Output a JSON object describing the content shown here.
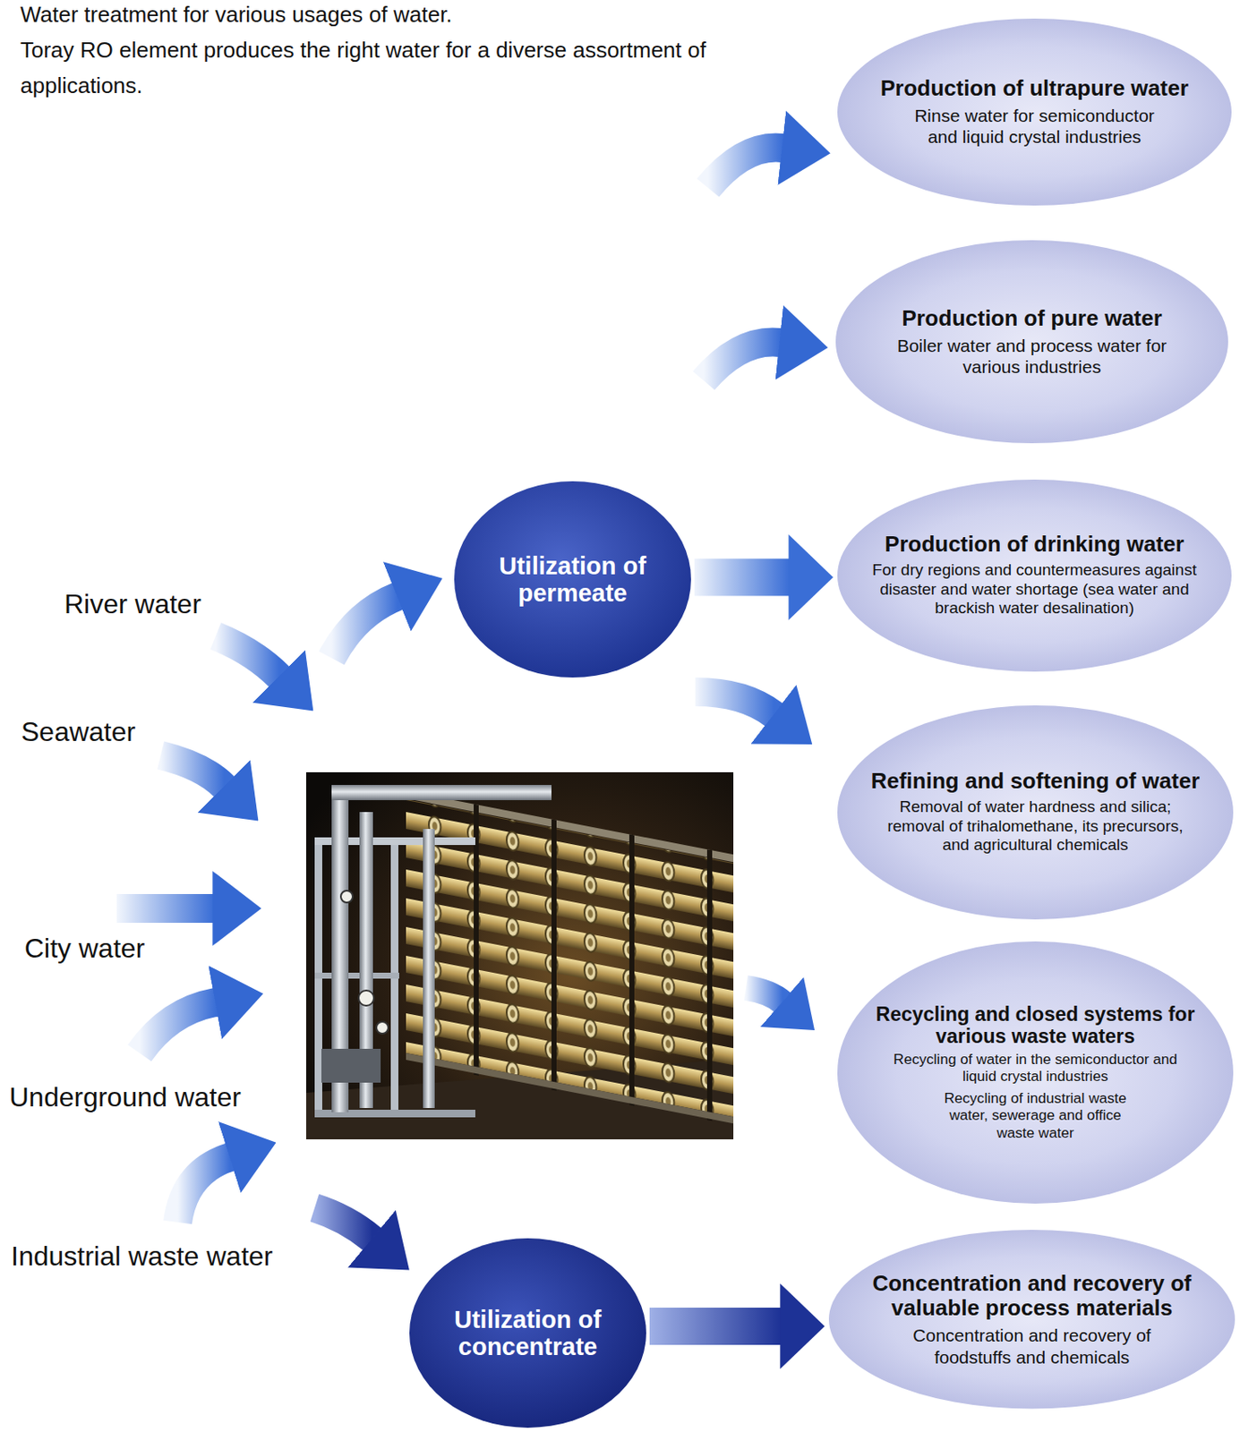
{
  "diagram": {
    "title": "Water treatment for various usages of water.",
    "nodes": [
      {
        "text": [
          "Production of ultrapure water",
          "Rinse water for semiconductor and liquid crystal industries"
        ]
      },
      {
        "text": [
          "Production of pure water",
          "Boiler water and process water for various industries"
        ]
      },
      {
        "text": [
          "Utilization of permeate"
        ]
      },
      {
        "text": [
          "Production of drinking water",
          "For dry regions and countermeasures against disaster and water shortage (sea water and brackish water desalination)"
        ]
      },
      {
        "text": [
          "Refining and softening of water",
          "Removal of water hardness and silica; removal of trihalomethane, its precursors, and agricultural chemicals"
        ]
      },
      {
        "text": [
          "Recycling and closed systems for various waste waters",
          "Recycling of water in the semiconductor and liquid crystal industries",
          "Recycling of industrial waste water, sewerage and office waste water"
        ]
      },
      {
        "text": [
          "Utilization of concentrate"
        ]
      },
      {
        "text": [
          "Concentration and recovery of valuable process materials",
          "Concentration and recovery of foodstuffs and chemicals"
        ]
      }
    ],
    "edges": [
      {
        "from": 2,
        "to": 3,
        "arrow": "to"
      },
      {
        "from": 6,
        "to": 7,
        "arrow": "to"
      }
    ],
    "labels": [
      "Toray RO element produces the right water for a diverse assortment of applications.",
      "River water",
      "Seawater",
      "City water",
      "Underground water",
      "Industrial waste water"
    ]
  }
}
